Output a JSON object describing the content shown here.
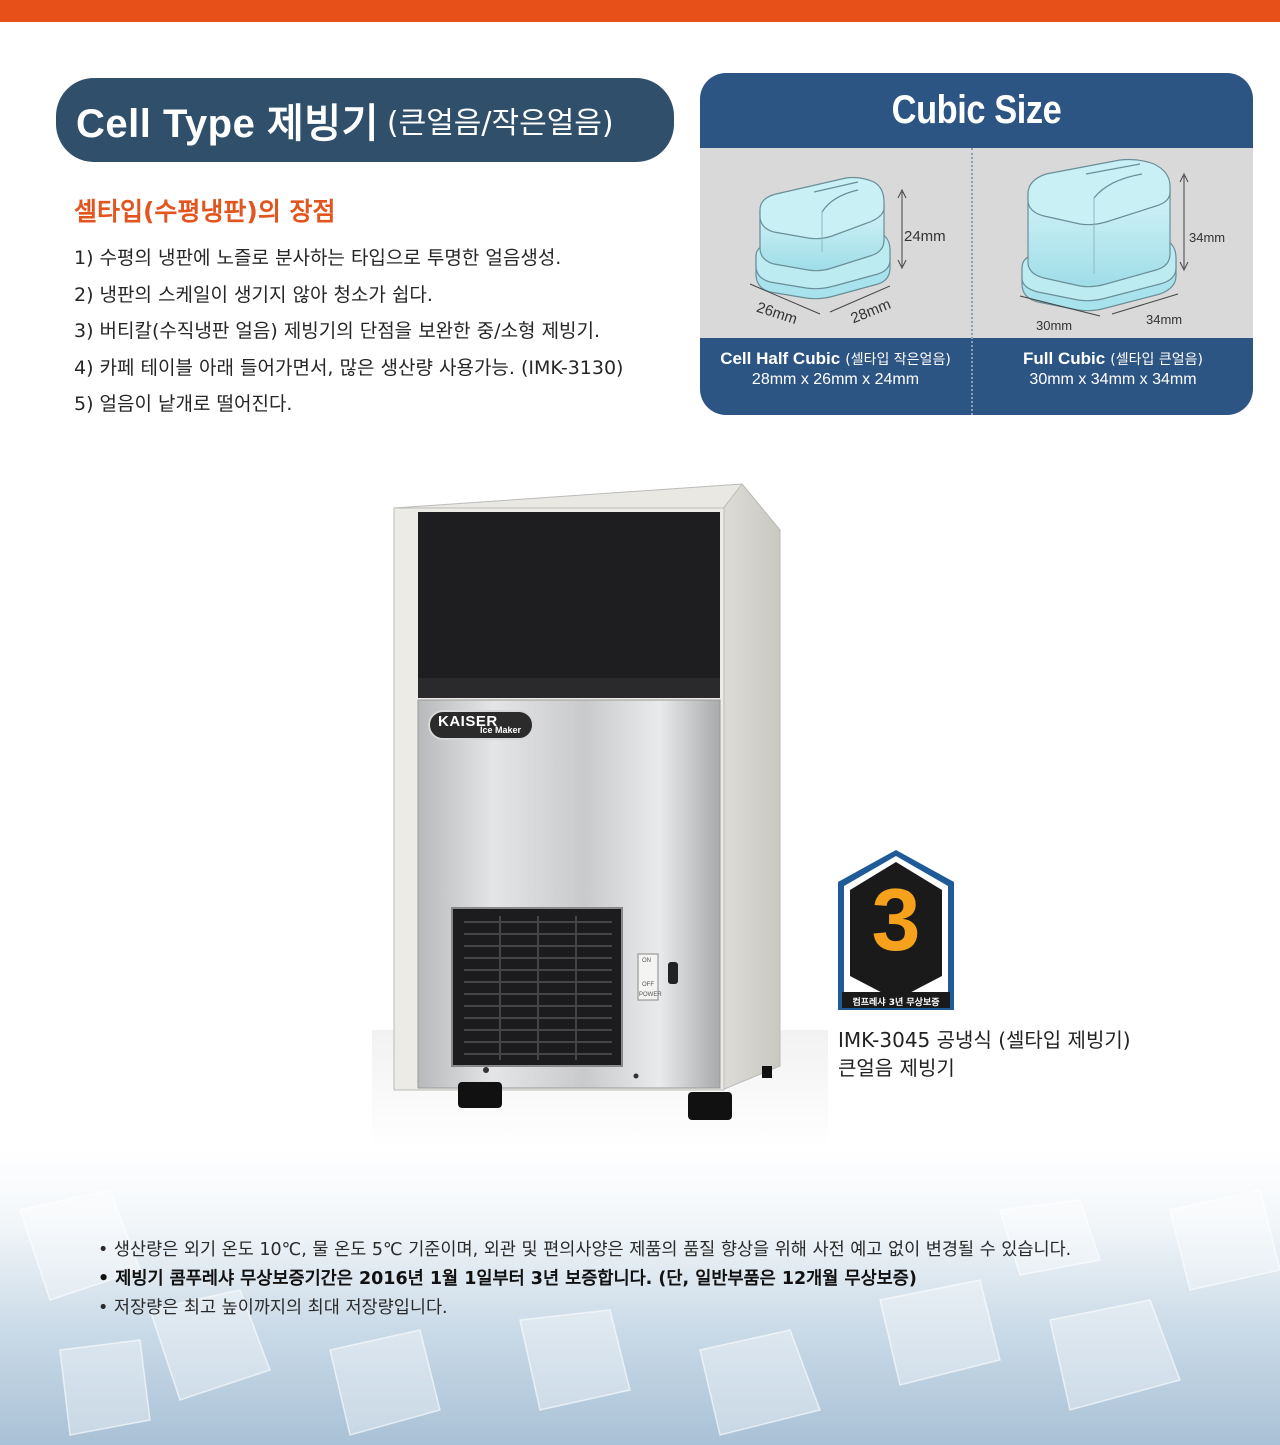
{
  "colors": {
    "accent_orange": "#e8501a",
    "title_navy": "#2f4f6b",
    "panel_blue": "#2d5584",
    "badge_yellow": "#f5a11b"
  },
  "title": {
    "main": "Cell Type 제빙기",
    "sub": "(큰얼음/작은얼음)"
  },
  "advantages": {
    "heading": "셀타입(수평냉판)의 장점",
    "items": [
      "1) 수평의 냉판에 노즐로 분사하는 타입으로 투명한 얼음생성.",
      "2) 냉판의 스케일이 생기지 않아 청소가 쉽다.",
      "3) 버티칼(수직냉판 얼음) 제빙기의 단점을 보완한 중/소형 제빙기.",
      "4) 카페 테이블 아래 들어가면서, 많은 생산량 사용가능. (IMK-3130)",
      "5) 얼음이 낱개로 떨어진다."
    ]
  },
  "cubic_size": {
    "title": "Cubic Size",
    "cubes": [
      {
        "name": "Cell Half Cubic",
        "note": "(셀타입 작은얼음)",
        "dimensions": "28mm x 26mm x 24mm",
        "height_label": "24mm",
        "left_label": "26mm",
        "right_label": "28mm"
      },
      {
        "name": "Full Cubic",
        "note": "(셀타입 큰얼음)",
        "dimensions": "30mm x 34mm x 34mm",
        "height_label": "34mm",
        "left_label": "30mm",
        "right_label": "34mm"
      }
    ]
  },
  "product": {
    "brand": "KAISER",
    "brand_sub": "Ice Maker",
    "switch": {
      "on": "ON",
      "off": "OFF",
      "power": "POWER"
    }
  },
  "badge": {
    "number": "3",
    "caption": "컴프레샤 3년 무상보증"
  },
  "model": {
    "line1": "IMK-3045 공냉식 (셀타입 제빙기)",
    "line2": "큰얼음 제빙기"
  },
  "notes": [
    "생산량은 외기 온도 10℃, 물 온도 5℃ 기준이며, 외관 및 편의사양은 제품의 품질 향상을 위해 사전 예고 없이 변경될 수 있습니다.",
    "제빙기 콤푸레샤 무상보증기간은 2016년 1월 1일부터 3년 보증합니다. (단, 일반부품은 12개월 무상보증)",
    "저장량은 최고 높이까지의 최대 저장량입니다."
  ]
}
